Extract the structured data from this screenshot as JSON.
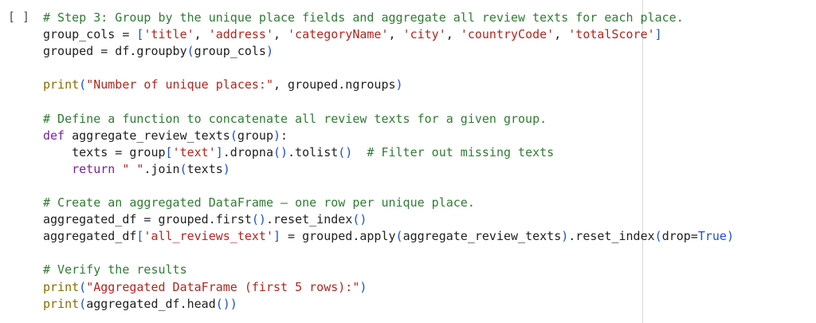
{
  "cell": {
    "run_indicator": "[ ]",
    "lines": [
      [
        {
          "t": "# Step 3: Group by the unique place fields and aggregate all review texts for each place.",
          "k": "comment"
        }
      ],
      [
        {
          "t": "group_cols = ",
          "k": "plain"
        },
        {
          "t": "[",
          "k": "bracket"
        },
        {
          "t": "'title'",
          "k": "string"
        },
        {
          "t": ", ",
          "k": "plain"
        },
        {
          "t": "'address'",
          "k": "string"
        },
        {
          "t": ", ",
          "k": "plain"
        },
        {
          "t": "'categoryName'",
          "k": "string"
        },
        {
          "t": ", ",
          "k": "plain"
        },
        {
          "t": "'city'",
          "k": "string"
        },
        {
          "t": ", ",
          "k": "plain"
        },
        {
          "t": "'countryCode'",
          "k": "string"
        },
        {
          "t": ", ",
          "k": "plain"
        },
        {
          "t": "'totalScore'",
          "k": "string"
        },
        {
          "t": "]",
          "k": "bracket"
        }
      ],
      [
        {
          "t": "grouped = df.groupby",
          "k": "plain"
        },
        {
          "t": "(",
          "k": "bracket"
        },
        {
          "t": "group_cols",
          "k": "plain"
        },
        {
          "t": ")",
          "k": "bracket"
        }
      ],
      [],
      [
        {
          "t": "print",
          "k": "builtin"
        },
        {
          "t": "(",
          "k": "bracket"
        },
        {
          "t": "\"Number of unique places:\"",
          "k": "string"
        },
        {
          "t": ", grouped.ngroups",
          "k": "plain"
        },
        {
          "t": ")",
          "k": "bracket"
        }
      ],
      [],
      [
        {
          "t": "# Define a function to concatenate all review texts for a given group.",
          "k": "comment"
        }
      ],
      [
        {
          "t": "def ",
          "k": "keyword"
        },
        {
          "t": "aggregate_review_texts",
          "k": "plain"
        },
        {
          "t": "(",
          "k": "bracket"
        },
        {
          "t": "group",
          "k": "plain"
        },
        {
          "t": ")",
          "k": "bracket"
        },
        {
          "t": ":",
          "k": "plain"
        }
      ],
      [
        {
          "t": "    texts = group",
          "k": "plain"
        },
        {
          "t": "[",
          "k": "bracket"
        },
        {
          "t": "'text'",
          "k": "string"
        },
        {
          "t": "]",
          "k": "bracket"
        },
        {
          "t": ".dropna",
          "k": "plain"
        },
        {
          "t": "()",
          "k": "bracket"
        },
        {
          "t": ".tolist",
          "k": "plain"
        },
        {
          "t": "()",
          "k": "bracket"
        },
        {
          "t": "  ",
          "k": "plain"
        },
        {
          "t": "# Filter out missing texts",
          "k": "comment"
        }
      ],
      [
        {
          "t": "    ",
          "k": "plain"
        },
        {
          "t": "return ",
          "k": "keyword"
        },
        {
          "t": "\" \"",
          "k": "string"
        },
        {
          "t": ".join",
          "k": "plain"
        },
        {
          "t": "(",
          "k": "bracket"
        },
        {
          "t": "texts",
          "k": "plain"
        },
        {
          "t": ")",
          "k": "bracket"
        }
      ],
      [],
      [
        {
          "t": "# Create an aggregated DataFrame — one row per unique place.",
          "k": "comment"
        }
      ],
      [
        {
          "t": "aggregated_df = grouped.first",
          "k": "plain"
        },
        {
          "t": "()",
          "k": "bracket"
        },
        {
          "t": ".reset_index",
          "k": "plain"
        },
        {
          "t": "()",
          "k": "bracket"
        }
      ],
      [
        {
          "t": "aggregated_df",
          "k": "plain"
        },
        {
          "t": "[",
          "k": "bracket"
        },
        {
          "t": "'all_reviews_text'",
          "k": "string"
        },
        {
          "t": "]",
          "k": "bracket"
        },
        {
          "t": " = grouped.apply",
          "k": "plain"
        },
        {
          "t": "(",
          "k": "bracket"
        },
        {
          "t": "aggregate_review_texts",
          "k": "plain"
        },
        {
          "t": ")",
          "k": "bracket"
        },
        {
          "t": ".reset_index",
          "k": "plain"
        },
        {
          "t": "(",
          "k": "bracket"
        },
        {
          "t": "drop=",
          "k": "plain"
        },
        {
          "t": "True",
          "k": "bool"
        },
        {
          "t": ")",
          "k": "bracket"
        }
      ],
      [],
      [
        {
          "t": "# Verify the results",
          "k": "comment"
        }
      ],
      [
        {
          "t": "print",
          "k": "builtin"
        },
        {
          "t": "(",
          "k": "bracket"
        },
        {
          "t": "\"Aggregated DataFrame (first 5 rows):\"",
          "k": "string"
        },
        {
          "t": ")",
          "k": "bracket"
        }
      ],
      [
        {
          "t": "print",
          "k": "builtin"
        },
        {
          "t": "(",
          "k": "bracket"
        },
        {
          "t": "aggregated_df.head",
          "k": "plain"
        },
        {
          "t": "())",
          "k": "bracket"
        }
      ]
    ]
  },
  "colors": {
    "comment": "#2e7d32",
    "string": "#b3261e",
    "keyword": "#7b1fa2",
    "builtin": "#8a6d00",
    "bool": "#1a4fd6",
    "bracket": "#1a4fd6",
    "plain": "#1f1f1f"
  }
}
